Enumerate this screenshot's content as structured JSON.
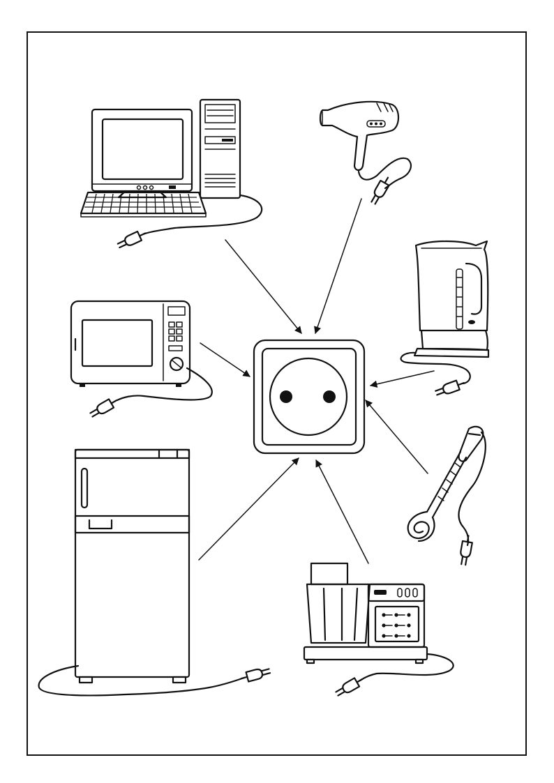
{
  "colors": {
    "line": "#111111",
    "paper": "#ffffff"
  },
  "diagram": {
    "center": {
      "name": "wall-socket",
      "icon": "power-outlet-icon"
    },
    "appliances": [
      {
        "name": "desktop-computer",
        "icon": "desktop-computer-icon"
      },
      {
        "name": "hair-dryer",
        "icon": "hair-dryer-icon"
      },
      {
        "name": "electric-kettle",
        "icon": "electric-kettle-icon"
      },
      {
        "name": "microwave-oven",
        "icon": "microwave-oven-icon"
      },
      {
        "name": "immersion-heater",
        "icon": "immersion-heater-icon"
      },
      {
        "name": "refrigerator",
        "icon": "refrigerator-icon"
      },
      {
        "name": "food-processor",
        "icon": "food-processor-icon"
      }
    ]
  }
}
